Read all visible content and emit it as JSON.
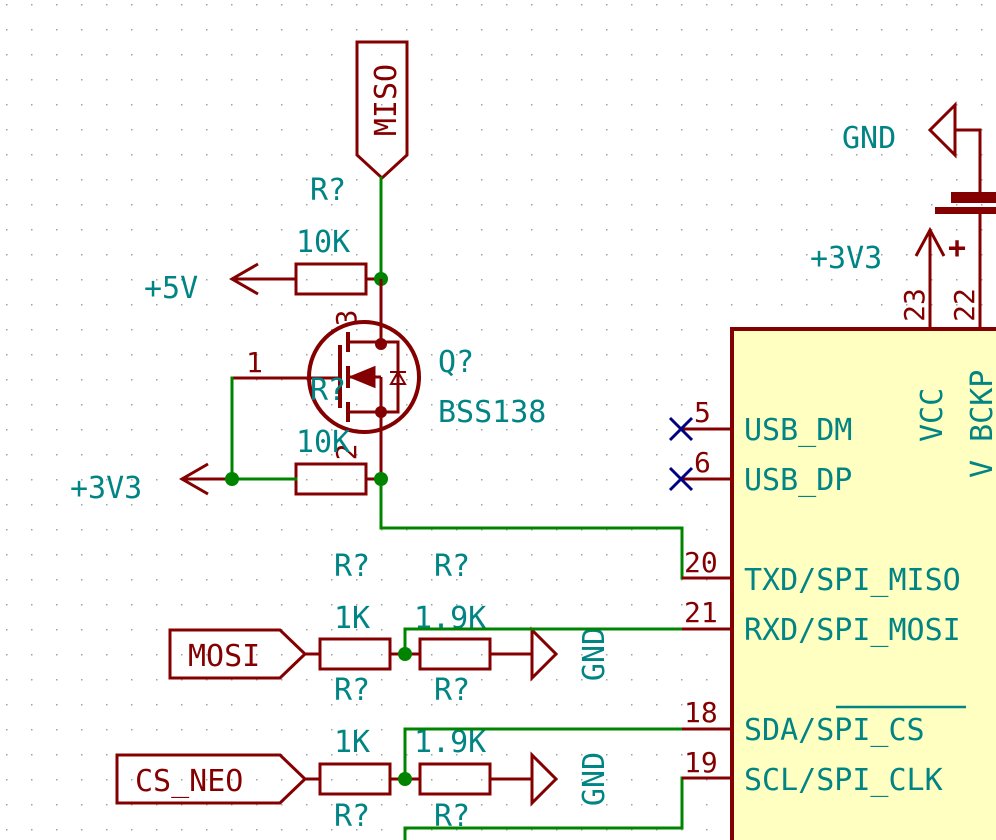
{
  "app": "KiCad schematic editor (Eeschema) canvas",
  "colors": {
    "wire": "#008400",
    "component": "#840000",
    "text": "#008484",
    "chip_fill": "#ffffc2",
    "no_connect": "#000084",
    "grid": "#a0a0a0"
  },
  "labels": {
    "miso": "MISO",
    "mosi": "MOSI",
    "cs_neo": "CS_NEO"
  },
  "power": {
    "p5v": "+5V",
    "p3v3_left": "+3V3",
    "p3v3_right": "+3V3",
    "gnd_top": "GND",
    "gnd_mosi": "GND",
    "gnd_cs": "GND"
  },
  "resistors": {
    "r_top": {
      "ref": "R?",
      "value": "10K"
    },
    "r_bottom": {
      "ref": "R?",
      "value": "10K"
    },
    "r_mosi_1": {
      "ref": "R?",
      "value": "1K",
      "ref2": "R?"
    },
    "r_mosi_2": {
      "ref": "R?",
      "value": "1.9K",
      "ref2": "R?"
    },
    "r_cs_1": {
      "ref": "R?",
      "value": "1K",
      "ref2": "R?"
    },
    "r_cs_2": {
      "ref": "R?",
      "value": "1.9K",
      "ref2": "R?"
    }
  },
  "mosfet": {
    "ref": "Q?",
    "value": "BSS138",
    "pin_gate": "1",
    "pin_source": "2",
    "pin_drain": "3"
  },
  "capacitor": {
    "polarity": "+"
  },
  "chip": {
    "pins": [
      {
        "num": "5",
        "name": "USB_DM"
      },
      {
        "num": "6",
        "name": "USB_DP"
      },
      {
        "num": "20",
        "name": "TXD/SPI_MISO"
      },
      {
        "num": "21",
        "name": "RXD/SPI_MOSI"
      },
      {
        "num": "18",
        "name": "SDA/",
        "name_overbar": "SPI_CS"
      },
      {
        "num": "19",
        "name": "SCL/SPI_CLK"
      }
    ],
    "top_pins": [
      {
        "num": "23",
        "name": "VCC"
      },
      {
        "num": "22",
        "name": "V_BCKP"
      }
    ]
  }
}
